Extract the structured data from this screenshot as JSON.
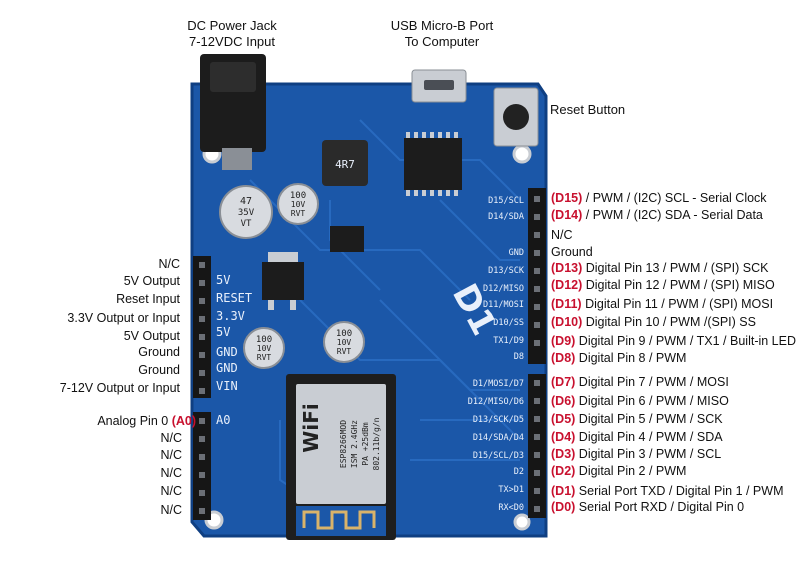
{
  "top_labels": {
    "dc_power_jack": [
      "DC Power Jack",
      "7-12VDC Input"
    ],
    "usb_port": [
      "USB Micro-B Port",
      "To Computer"
    ],
    "reset_button": "Reset Button"
  },
  "left_labels": [
    {
      "text": "N/C"
    },
    {
      "text": "5V Output"
    },
    {
      "text": "Reset Input"
    },
    {
      "text": "3.3V Output or Input"
    },
    {
      "text": "5V Output"
    },
    {
      "text": "Ground"
    },
    {
      "text": "Ground"
    },
    {
      "text": "7-12V Output or Input"
    },
    {
      "text": "Analog Pin 0",
      "pin": "(A0)"
    },
    {
      "text": "N/C"
    },
    {
      "text": "N/C"
    },
    {
      "text": "N/C"
    },
    {
      "text": "N/C"
    },
    {
      "text": "N/C"
    }
  ],
  "right_labels": [
    {
      "pin": "(D15)",
      "text": "/ PWM / (I2C) SCL - Serial Clock"
    },
    {
      "pin": "(D14)",
      "text": "/ PWM / (I2C) SDA - Serial Data"
    },
    {
      "pin": "",
      "text": "N/C"
    },
    {
      "pin": "",
      "text": "Ground"
    },
    {
      "pin": "(D13)",
      "text": "Digital Pin 13 / PWM / (SPI) SCK"
    },
    {
      "pin": "(D12)",
      "text": "Digital Pin 12 /  PWM / (SPI) MISO"
    },
    {
      "pin": "(D11)",
      "text": "Digital Pin 11 / PWM / (SPI) MOSI"
    },
    {
      "pin": "(D10)",
      "text": "Digital Pin 10 / PWM /(SPI) SS"
    },
    {
      "pin": "(D9)",
      "text": "Digital Pin 9 / PWM / TX1 / Built-in LED"
    },
    {
      "pin": "(D8)",
      "text": "Digital Pin 8 / PWM"
    },
    {
      "pin": "(D7)",
      "text": "Digital Pin 7 / PWM / MOSI"
    },
    {
      "pin": "(D6)",
      "text": "Digital Pin 6 / PWM / MISO"
    },
    {
      "pin": "(D5)",
      "text": "Digital Pin 5 / PWM / SCK"
    },
    {
      "pin": "(D4)",
      "text": "Digital Pin 4 / PWM / SDA"
    },
    {
      "pin": "(D3)",
      "text": "Digital Pin 3 / PWM / SCL"
    },
    {
      "pin": "(D2)",
      "text": "Digital Pin 2 / PWM"
    },
    {
      "pin": "(D1)",
      "text": "Serial Port TXD / Digital Pin 1 / PWM"
    },
    {
      "pin": "(D0)",
      "text": "Serial Port RXD / Digital Pin 0"
    }
  ],
  "board": {
    "model": "D1",
    "left_header_silk": [
      "5V",
      "RESET",
      "3.3V",
      "5V",
      "GND",
      "GND",
      "VIN",
      "A0"
    ],
    "right_header_silk": [
      "D15/SCL",
      "D14/SDA",
      "GND",
      "D13/SCK",
      "D12/MISO",
      "D11/MOSI",
      "D10/SS",
      "TX1/D9",
      "D8",
      "D1/MOSI/D7",
      "D12/MISO/D6",
      "D13/SCK/D5",
      "D14/SDA/D4",
      "D15/SCL/D3",
      "D2",
      "TX>D1",
      "RX<D0"
    ],
    "module_text": [
      "WiFi",
      "ESP8266MOD",
      "ISM 2.4GHz",
      "PA +25dBm",
      "802.11b/g/n"
    ],
    "cap_1": [
      "47",
      "35V",
      "VT"
    ],
    "cap_2": [
      "100",
      "10V",
      "RVT"
    ],
    "cap_3": [
      "100",
      "10V",
      "RVT"
    ],
    "cap_4": [
      "100",
      "10V",
      "RVT"
    ],
    "inductor": "4R7",
    "colors": {
      "pcb": "#1b57a8",
      "pcb_dark": "#0f3f82",
      "header": "#161616",
      "silk": "#e9f0fb",
      "pin_label": "#c8102e",
      "metal": "#c9cdd3"
    }
  }
}
